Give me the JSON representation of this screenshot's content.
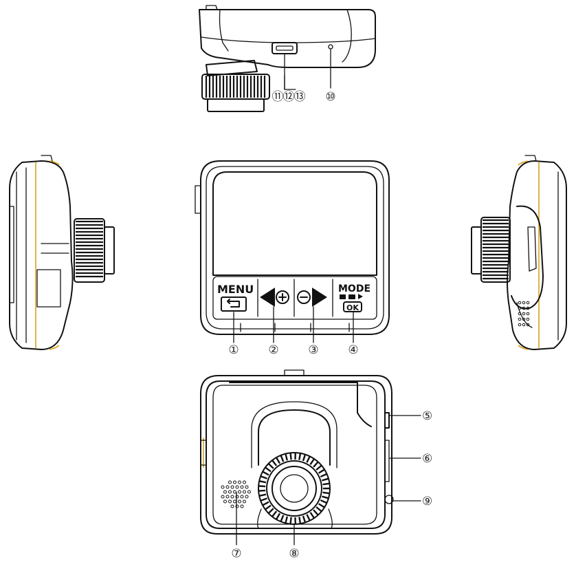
{
  "diagram": {
    "buttons": {
      "menu_label": "MENU",
      "mode_label": "MODE",
      "ok_label": "OK"
    },
    "callouts": [
      "①",
      "②",
      "③",
      "④",
      "⑤",
      "⑥",
      "⑦",
      "⑧",
      "⑨",
      "⑩",
      "⑪",
      "⑫",
      "⑬"
    ],
    "colors": {
      "line": "#111111",
      "accent_edge": "#d9a21c",
      "background": "#ffffff"
    }
  }
}
